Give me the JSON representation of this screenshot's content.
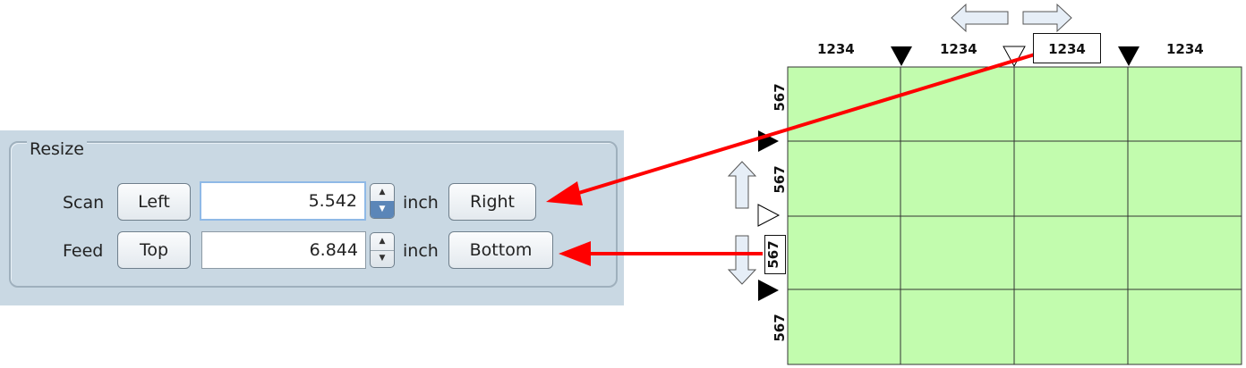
{
  "resize": {
    "title": "Resize",
    "scan": {
      "label": "Scan",
      "left_button": "Left",
      "value": "5.542",
      "unit": "inch",
      "right_button": "Right"
    },
    "feed": {
      "label": "Feed",
      "top_button": "Top",
      "value": "6.844",
      "unit": "inch",
      "bottom_button": "Bottom"
    }
  },
  "diagram": {
    "column_labels": [
      "1234",
      "1234",
      "1234",
      "1234"
    ],
    "row_labels": [
      "567",
      "567",
      "567",
      "567"
    ],
    "grid_color": "#c2fcae",
    "arrow_color": "#ff0000"
  }
}
